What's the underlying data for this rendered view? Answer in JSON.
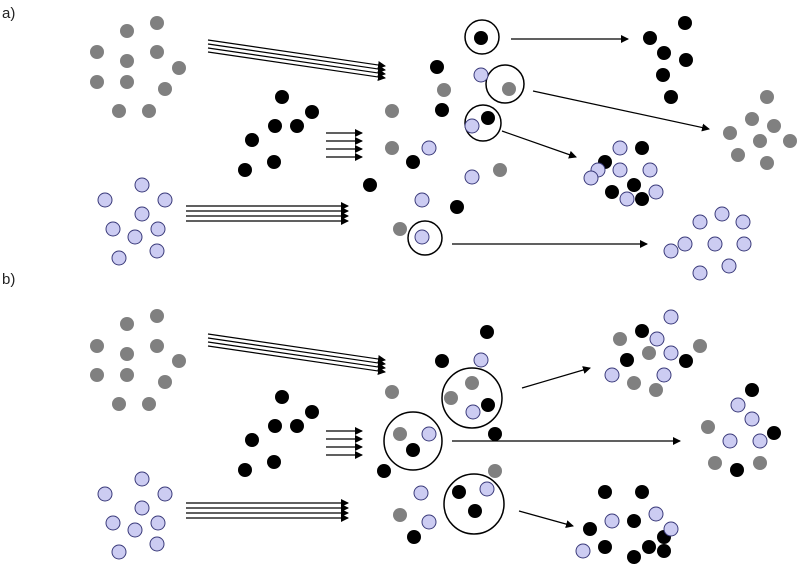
{
  "panels": {
    "a": {
      "label": "a)"
    },
    "b": {
      "label": "b)"
    }
  },
  "colors": {
    "gray_particle": "#808080",
    "black_particle": "#000000",
    "lavender_particle": "#ccccf2",
    "lavender_stroke": "#3a3a7a",
    "arrow": "#000000",
    "circle_outline": "#000000"
  },
  "particle_types": [
    "gray-particle",
    "black-particle",
    "lavender-particle"
  ],
  "icons": [
    "arrow-icon",
    "selection-circle-icon"
  ]
}
